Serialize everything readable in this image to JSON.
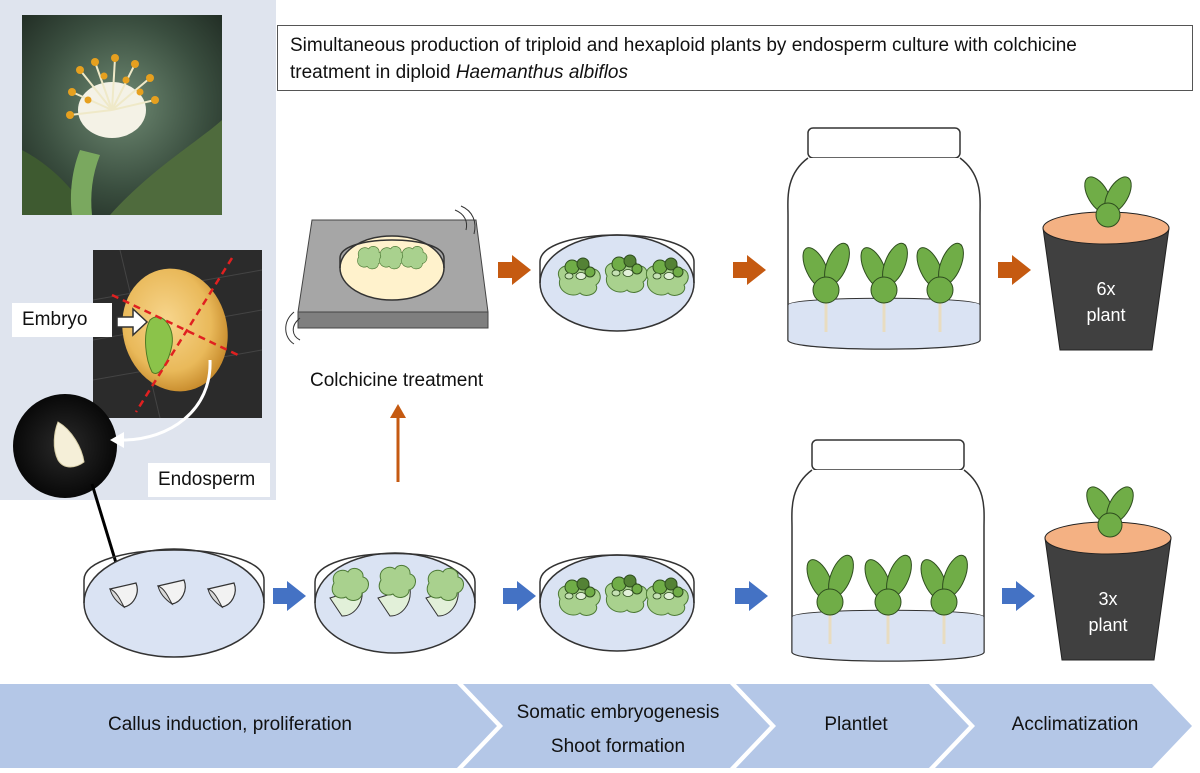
{
  "title": {
    "line1": "Simultaneous production of triploid and hexaploid plants by endosperm culture with colchicine",
    "line2_prefix": "treatment in diploid ",
    "line2_species": "Haemanthus albiflos"
  },
  "labels": {
    "embryo": "Embryo",
    "endosperm": "Endosperm",
    "colchicine": "Colchicine treatment"
  },
  "pots": {
    "top": {
      "ploidy": "6x",
      "word": "plant"
    },
    "bottom": {
      "ploidy": "3x",
      "word": "plant"
    }
  },
  "stages": [
    {
      "lines": [
        "Callus induction, proliferation"
      ]
    },
    {
      "lines": [
        "Somatic embryogenesis",
        "Shoot formation"
      ]
    },
    {
      "lines": [
        "Plantlet"
      ]
    },
    {
      "lines": [
        "Acclimatization"
      ]
    }
  ],
  "colors": {
    "orange_arrow": "#c55a11",
    "blue_arrow": "#4472c4",
    "stage_band": "#b4c7e7",
    "photo_panel": "#dfe4ee",
    "medium": "#dae3f3",
    "callus": "#a9d18e",
    "shoot": "#70ad47",
    "pot": "#404040",
    "soil": "#f4b183"
  }
}
